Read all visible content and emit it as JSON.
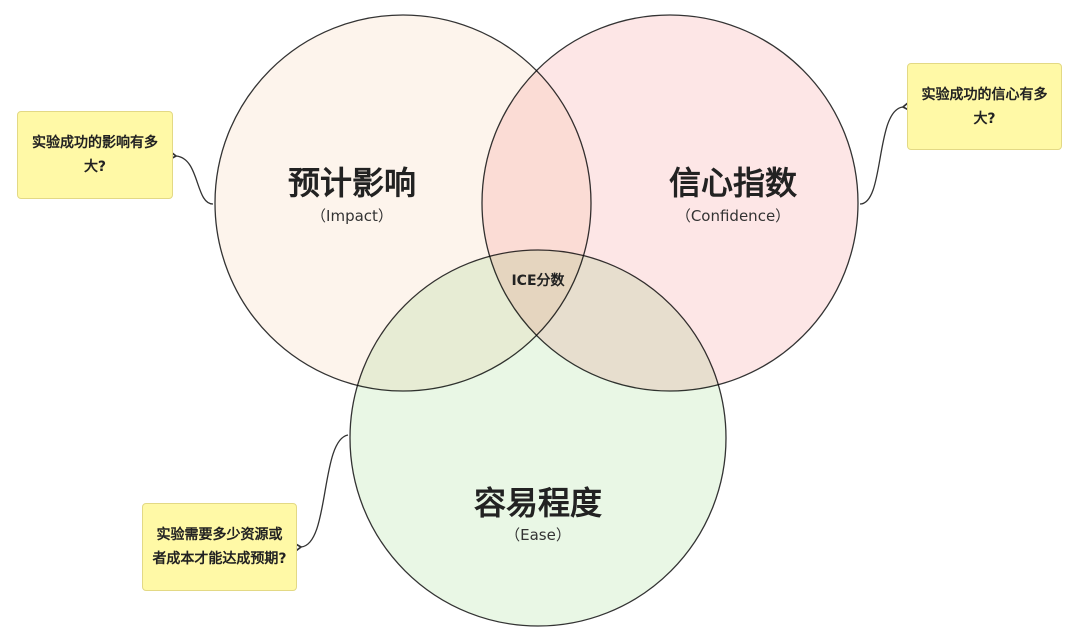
{
  "circles": [
    {
      "id": "impact",
      "title": "预计影响",
      "subtitle": "（Impact）",
      "color": "#fdf4ec"
    },
    {
      "id": "confidence",
      "title": "信心指数",
      "subtitle": "（Confidence）",
      "color": "#fde6e6"
    },
    {
      "id": "ease",
      "title": "容易程度",
      "subtitle": "（Ease）",
      "color": "#e5f6e1"
    }
  ],
  "center_label": "ICE分数",
  "notes": {
    "impact": "实验成功的影响有多大?",
    "confidence": "实验成功的信心有多大?",
    "ease": "实验需要多少资源或者成本才能达成预期?"
  },
  "note_color": "#fff9a6"
}
